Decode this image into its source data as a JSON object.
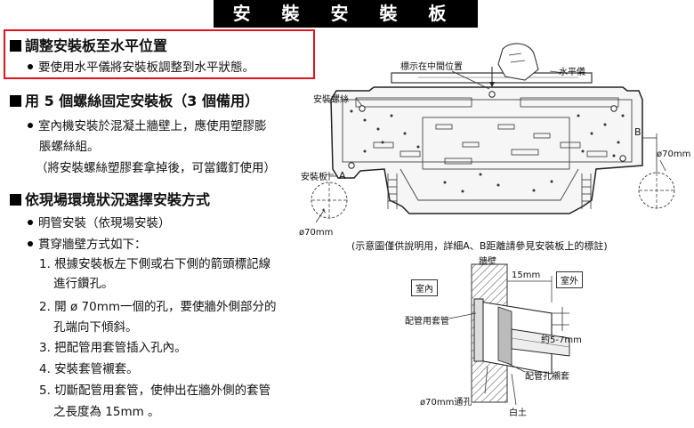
{
  "banner": "安 裝 安 裝 板",
  "section1": {
    "title": "調整安裝板至水平位置",
    "bullet": "要使用水平儀將安裝板調整到水平狀態。"
  },
  "section2": {
    "title": "用 5 個螺絲固定安裝板（3 個備用）",
    "bullet_line1": "室內機安裝於混凝土牆壁上，應使用塑膠膨",
    "bullet_line2": "脹螺絲組。",
    "note": "（將安裝螺絲塑膠套拿掉後，可當鐵釘使用）"
  },
  "section3": {
    "title": "依現場環境狀況選擇安裝方式",
    "bullet1": "明管安裝（依現場安裝）",
    "bullet2": "貫穿牆壁方式如下：",
    "steps": [
      {
        "line1": "1. 根據安裝板左下側或右下側的箭頭標記線",
        "line2": "進行鑽孔。"
      },
      {
        "line1": "2. 開 ø 70mm一個的孔，要使牆外側部分的",
        "line2": "孔端向下傾斜。"
      },
      {
        "line1": "3. 把配管用套管插入孔內。",
        "line2": ""
      },
      {
        "line1": "4. 安裝套管襯套。",
        "line2": ""
      },
      {
        "line1": "5. 切斷配管用套管，使伸出在牆外側的套管",
        "line2": "之長度為 15mm 。"
      }
    ]
  },
  "diagram1": {
    "label_center": "標示在中間位置",
    "label_level": "水平儀",
    "label_screw": "安裝螺絲",
    "label_plate": "安裝板",
    "label_a": "A",
    "label_b": "B",
    "label_hole_left": "ø70mm",
    "label_hole_right": "ø70mm",
    "caption": "(示意圖僅供說明用，詳細A、B距離請參見安裝板上的標註)"
  },
  "diagram2": {
    "label_wall": "牆壁",
    "label_15mm": "15mm",
    "label_indoor": "室內",
    "label_outdoor": "室外",
    "label_sleeve": "配管用套管",
    "label_slope": "約5-7mm",
    "label_bushing": "配管孔襯套",
    "label_hole": "ø70mm通孔",
    "label_putty": "白土"
  }
}
